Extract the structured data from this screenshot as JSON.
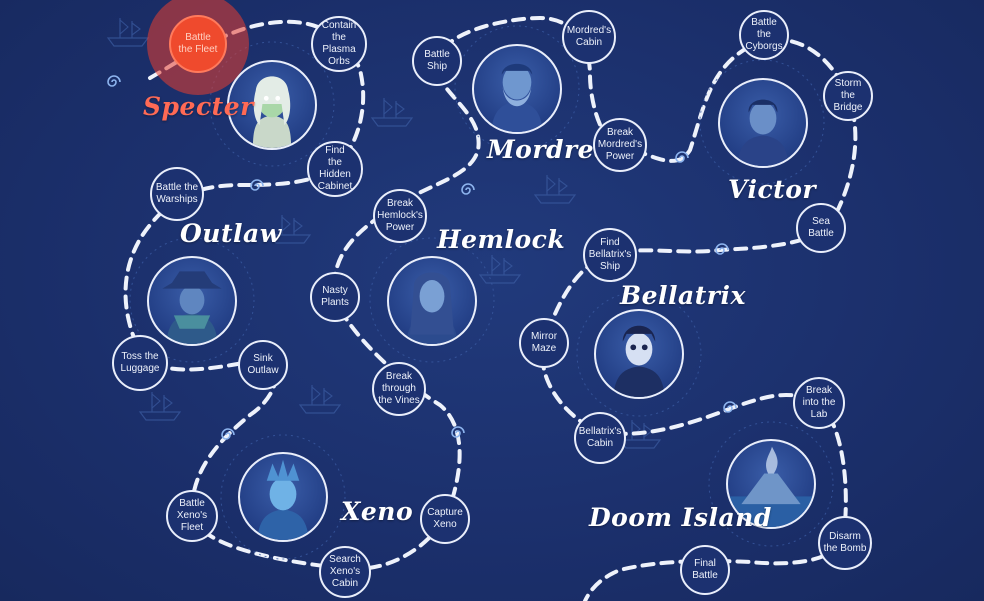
{
  "characters": {
    "specter": {
      "name": "Specter"
    },
    "mordred": {
      "name": "Mordred"
    },
    "victor": {
      "name": "Victor"
    },
    "outlaw": {
      "name": "Outlaw"
    },
    "hemlock": {
      "name": "Hemlock"
    },
    "bellatrix": {
      "name": "Bellatrix"
    },
    "xeno": {
      "name": "Xeno"
    },
    "doom_island": {
      "name": "Doom Island"
    }
  },
  "missions": {
    "battle_the_fleet": "Battle\nthe Fleet",
    "contain_plasma_orbs": "Contain\nthe Plasma\nOrbs",
    "find_hidden_cabinet": "Find\nthe Hidden\nCabinet",
    "battle_ship": "Battle\nShip",
    "mordreds_cabin": "Mordred's\nCabin",
    "break_mordreds_power": "Break\nMordred's\nPower",
    "battle_the_cyborgs": "Battle\nthe\nCyborgs",
    "storm_the_bridge": "Storm\nthe\nBridge",
    "sea_battle": "Sea\nBattle",
    "battle_the_warships": "Battle the\nWarships",
    "break_hemlocks_power": "Break\nHemlock's\nPower",
    "nasty_plants": "Nasty\nPlants",
    "break_through_vines": "Break\nthrough\nthe Vines",
    "toss_the_luggage": "Toss the\nLuggage",
    "sink_outlaw": "Sink\nOutlaw",
    "find_bellatrixs_ship": "Find\nBellatrix's\nShip",
    "mirror_maze": "Mirror\nMaze",
    "bellatrixs_cabin": "Bellatrix's\nCabin",
    "break_into_lab": "Break\ninto the\nLab",
    "disarm_the_bomb": "Disarm\nthe Bomb",
    "final_battle": "Final\nBattle",
    "battle_xenos_fleet": "Battle\nXeno's\nFleet",
    "capture_xeno": "Capture\nXeno",
    "search_xenos_cabin": "Search\nXeno's\nCabin"
  },
  "current_mission": "battle_the_fleet",
  "colors": {
    "background": "#1b2f6b",
    "path": "#eef2fb",
    "active": "#ef4a2d",
    "active_glow": "#e83e30",
    "label_active": "#ff6a55"
  },
  "icons": {
    "swirl": "swirl-icon",
    "ship": "ship-icon",
    "volcano": "volcano-icon"
  }
}
